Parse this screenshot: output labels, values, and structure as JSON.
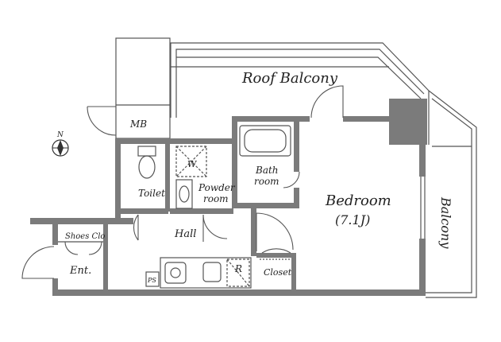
{
  "labels": {
    "roof_balcony": "Roof Balcony",
    "mb": "MB",
    "bath": "Bath",
    "bath_room": "room",
    "bedroom": "Bedroom",
    "bedroom_size": "(7.1J)",
    "balcony": "Balcony",
    "toilet": "Toilet",
    "powder": "Powder",
    "powder_room": "room",
    "washer": "W",
    "shoes_closet": "Shoes Clo",
    "hall": "Hall",
    "entrance": "Ent.",
    "closet": "Closet",
    "refrigerator": "R",
    "pipe_space": "PS",
    "north": "N"
  },
  "colors": {
    "wall": "#7b7b7b",
    "line": "#555555",
    "text": "#222222"
  }
}
